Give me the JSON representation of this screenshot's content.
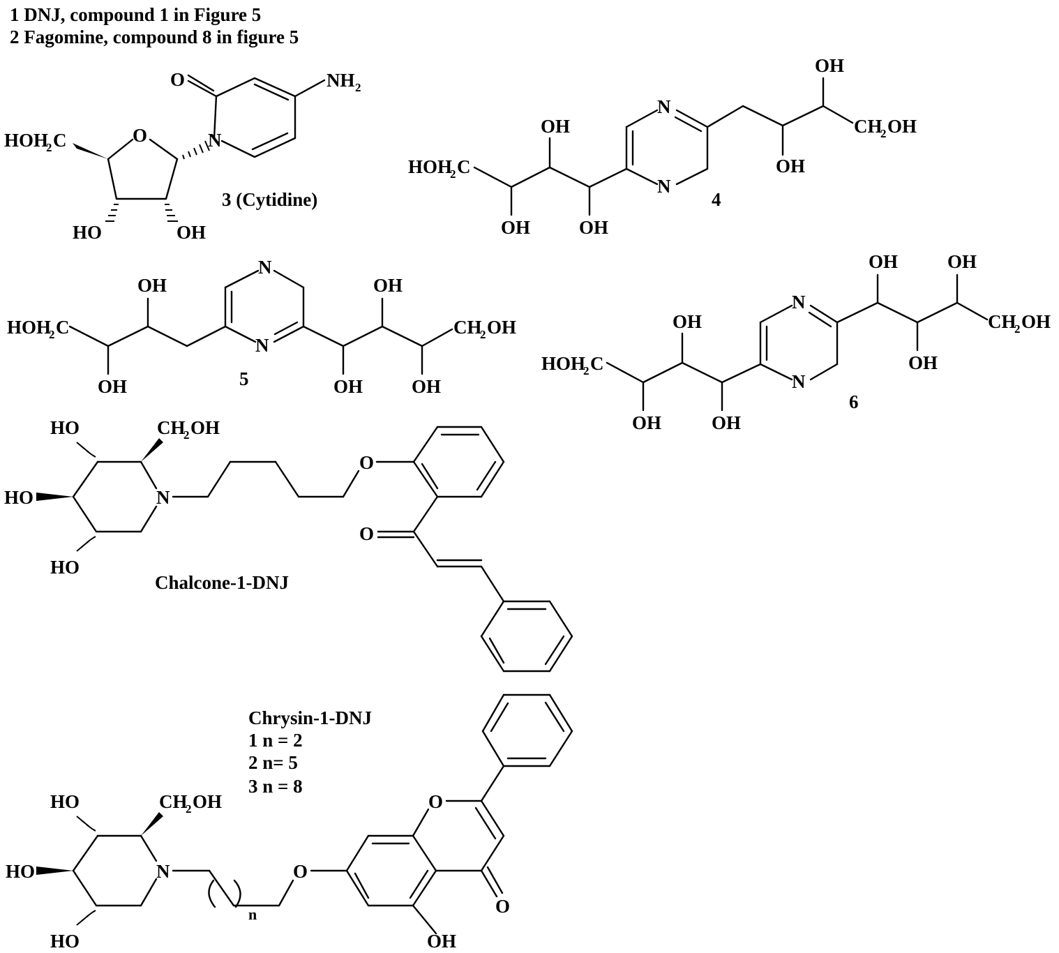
{
  "header": {
    "lines": [
      "1  DNJ, compound 1 in Figure 5",
      "2  Fagomine, compound 8 in figure 5"
    ]
  },
  "compounds": {
    "c3": {
      "label": "3 (Cytidine)"
    },
    "c4": {
      "label": "4"
    },
    "c5": {
      "label": "5"
    },
    "c6": {
      "label": "6"
    },
    "chalcone": {
      "label": "Chalcone-1-DNJ"
    },
    "chrysin": {
      "label": "Chrysin-1-DNJ",
      "variants": [
        "1  n = 2",
        "2  n= 5",
        "3  n = 8"
      ]
    }
  },
  "atoms": {
    "O": "O",
    "N": "N",
    "OH": "OH",
    "HO": "HO",
    "NH": "NH",
    "sub2": "2",
    "CH": "CH",
    "HOH": "HOH",
    "C": "C",
    "n": "n"
  }
}
